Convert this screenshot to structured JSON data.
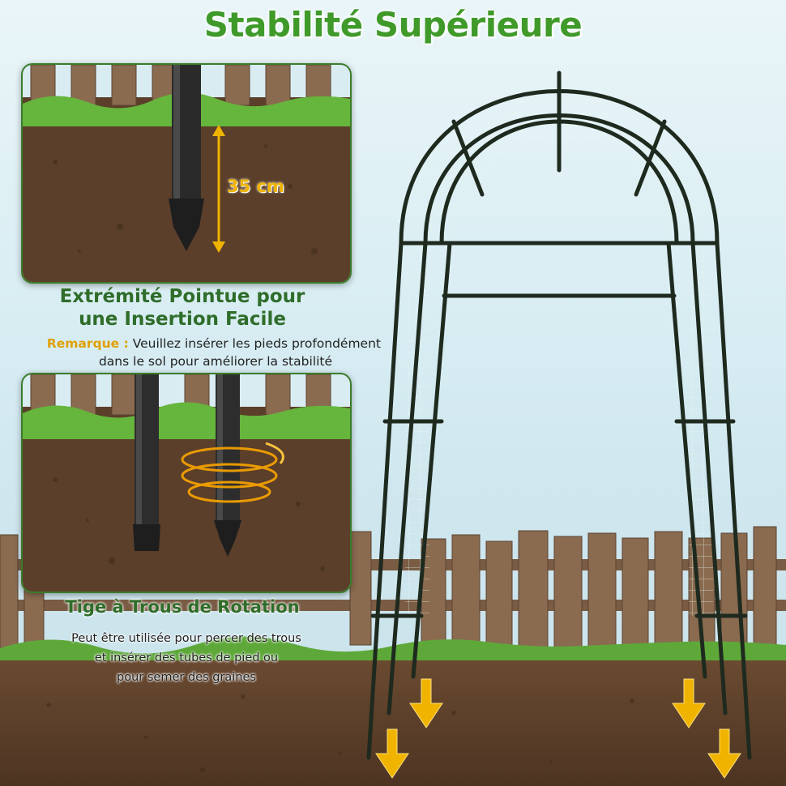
{
  "title": "Stabilité Supérieure",
  "measure_label": "35 cm",
  "panel1_caption_line1": "Extrémité Pointue pour",
  "panel1_caption_line2": "une Insertion Facile",
  "remark_label": "Remarque :",
  "remark_line1": " Veuillez insérer les pieds profondément",
  "remark_line2": "dans le sol pour améliorer la stabilité",
  "panel2_caption": "Tige à Trous de Rotation",
  "panel2_sub_line1": "Peut être utilisée pour percer des trous",
  "panel2_sub_line2": "et insérer des tubes de pied ou",
  "panel2_sub_line3": "pour semer des graines",
  "colors": {
    "accent_green": "#3f9a2a",
    "arrow_yellow": "#f0b400",
    "soil": "#5a3e29"
  }
}
